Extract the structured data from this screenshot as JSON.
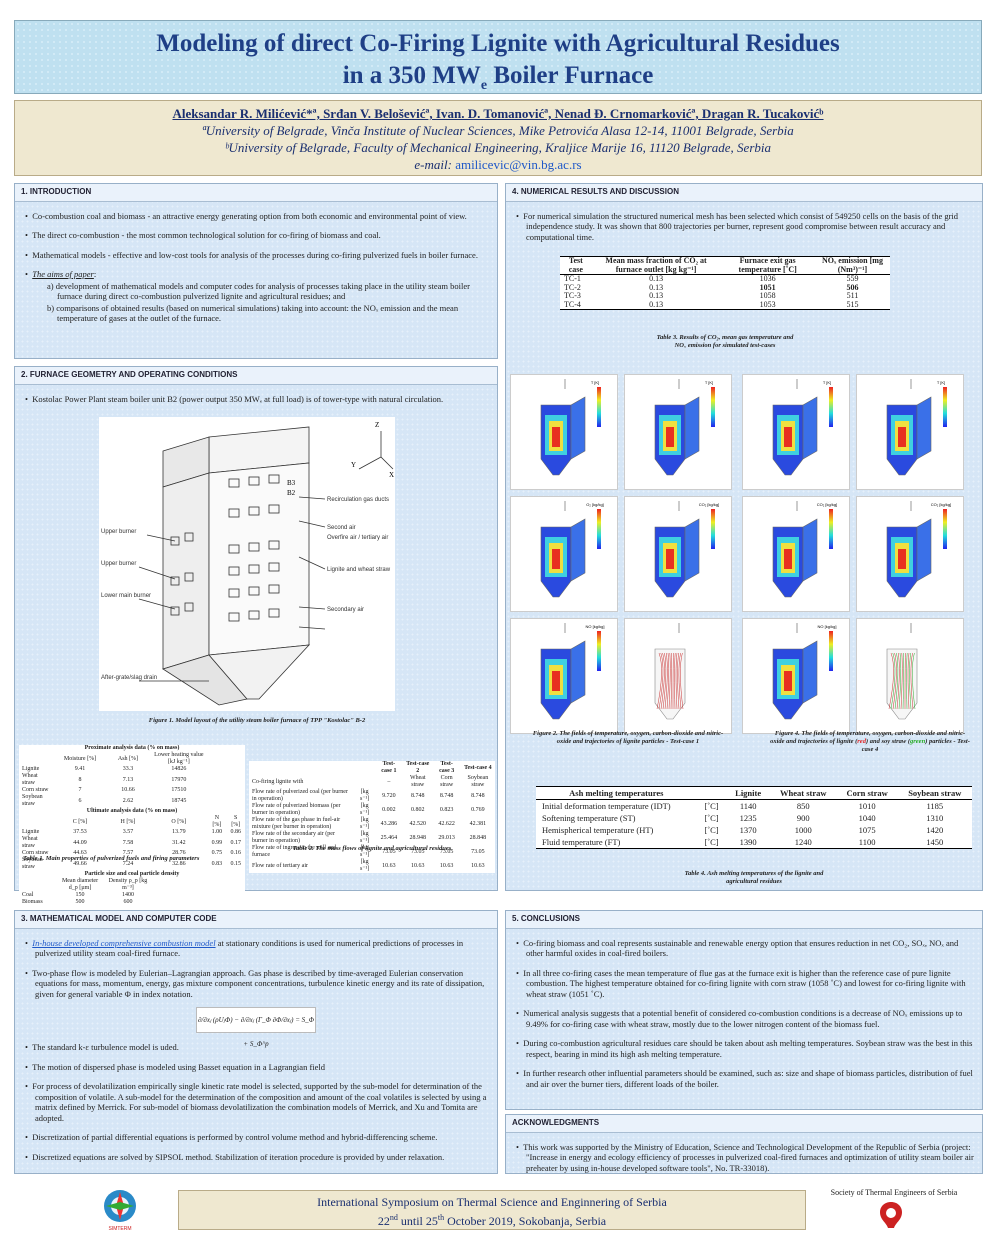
{
  "title": {
    "line1": "Modeling of direct Co-Firing Lignite with Agricultural Residues",
    "line2_pre": "in a 350 MW",
    "line2_sub": "e",
    "line2_post": " Boiler Furnace"
  },
  "authors": {
    "line": "Aleksandar R. Milićević*ª, Srđan V. Beloševićª, Ivan. D. Tomanovićª, Nenad Đ. Crnomarkovićª, Dragan R. Tucakovićᵇ",
    "aff1": "ªUniversity of Belgrade, Vinča Institute of Nuclear Sciences, Mike Petrovića Alasa 12-14, 11001 Belgrade, Serbia",
    "aff2": "ᵇUniversity of Belgrade, Faculty of Mechanical Engineering, Kraljice Marije 16, 11120 Belgrade, Serbia",
    "email_label": "e-mail: ",
    "email": "amilicevic@vin.bg.ac.rs"
  },
  "intro": {
    "heading": "1. INTRODUCTION",
    "b1": "Co-combustion coal and biomass - an attractive energy generating option from both economic and environmental point of view.",
    "b2": "The direct co-combustion - the most common technological solution for co-firing of biomass and coal.",
    "b3": "Mathematical models - effective and low-cost tools for analysis of the processes during co-firing pulverized fuels in boiler furnace.",
    "b4": "The aims of paper",
    "b4a": "a) development of mathematical models and computer codes for analysis of processes taking place in the utility steam boiler furnace during direct co-combustion pulverized lignite and agricultural residues; and",
    "b4b": "b) comparisons of obtained results (based on numerical simulations) taking into account: the NOₓ emission and the mean temperature of gases at the outlet of the furnace."
  },
  "geom": {
    "heading": "2. FURNACE GEOMETRY AND OPERATING CONDITIONS",
    "b1": "Kostolac Power Plant steam boiler unit B2 (power output 350 MWₑ at full load) is of tower-type with natural circulation.",
    "fig1": "Figure 1. Model layout of the utility steam boiler furnace of TPP \"Kostolac\" B-2",
    "labels": [
      "Recirculation gas ducts",
      "Second air",
      "Overfire air / tertiary air",
      "Lignite and wheat straw",
      "Secondary air",
      "Upper burner",
      "Upper burner",
      "Lower main burner",
      "After-grate/slag drain"
    ],
    "b3": "B3",
    "b2": "B2",
    "axes": {
      "x": "X",
      "y": "Y",
      "z": "Z"
    }
  },
  "t1": {
    "h_prox": "Proximate analysis data (% on mass)",
    "cols_prox": [
      "Moisture [%]",
      "Ash [%]",
      "Lower heating value [kJ kg⁻¹]"
    ],
    "rows_prox": [
      [
        "Lignite",
        "9.41",
        "33.3",
        "14826"
      ],
      [
        "Wheat straw",
        "8",
        "7.13",
        "17970"
      ],
      [
        "Corn straw",
        "7",
        "10.66",
        "17510"
      ],
      [
        "Soybean straw",
        "6",
        "2.62",
        "18745"
      ]
    ],
    "h_ult": "Ultimate analysis data (% on mass)",
    "cols_ult": [
      "C [%]",
      "H [%]",
      "O [%]",
      "N [%]",
      "S [%]"
    ],
    "rows_ult": [
      [
        "Lignite",
        "37.53",
        "3.57",
        "13.79",
        "1.00",
        "0.86"
      ],
      [
        "Wheat straw",
        "44.09",
        "7.58",
        "31.42",
        "0.99",
        "0.17"
      ],
      [
        "Corn straw",
        "44.63",
        "7.57",
        "28.76",
        "0.75",
        "0.16"
      ],
      [
        "Soybean straw",
        "49.66",
        "7.24",
        "32.86",
        "0.83",
        "0.15"
      ]
    ],
    "h_part": "Particle size and coal particle density",
    "cols_part": [
      "Mean diameter d_p [µm]",
      "Density ρ_p [kg m⁻³]"
    ],
    "rows_part": [
      [
        "Coal",
        "150",
        "1400"
      ],
      [
        "Biomass",
        "500",
        "600"
      ]
    ],
    "caption": "Table 1. Main properties of pulverized fuels and firing parameters"
  },
  "t2": {
    "cols": [
      "",
      "",
      "Test-case 1",
      "Test-case 2",
      "Test-case 3",
      "Test-case 4"
    ],
    "rows": [
      [
        "Co-firing lignite with",
        "",
        "–",
        "Wheat straw",
        "Corn straw",
        "Soybean straw"
      ],
      [
        "Flow rate of pulverized coal (per burner in operation)",
        "[kg s⁻¹]",
        "9.720",
        "8.748",
        "8.748",
        "8.748"
      ],
      [
        "Flow rate of pulverized biomass (per burner in operation)",
        "[kg s⁻¹]",
        "0.002",
        "0.802",
        "0.823",
        "0.769"
      ],
      [
        "Flow rate of the gas phase in fuel-air mixture (per burner in operation)",
        "[kg s⁻¹]",
        "43.286",
        "42.520",
        "42.622",
        "42.381"
      ],
      [
        "Flow rate of the secondary air (per burner in operation)",
        "[kg s⁻¹]",
        "25.464",
        "28.948",
        "29.013",
        "28.848"
      ],
      [
        "Flow rate of ingress in the mill and furnace",
        "[kg s⁻¹]",
        "73.05",
        "73.05",
        "73.05",
        "73.05"
      ],
      [
        "Flow rate of tertiary air",
        "[kg s⁻¹]",
        "10.63",
        "10.63",
        "10.63",
        "10.63"
      ]
    ],
    "caption": "Table 2. The mass flows of lignite and agricultural residues"
  },
  "math": {
    "heading": "3. MATHEMATICAL MODEL AND COMPUTER CODE",
    "b1_link": "In-house developed comprehensive combustion model",
    "b1": " at stationary conditions is used for numerical predictions of processes in pulverized utility steam coal-fired furnace.",
    "b2": "Two-phase flow is modeled by Eulerian–Lagrangian approach. Gas phase is described by time-averaged Eulerian conservation equations for mass, momentum, energy, gas mixture component concentrations, turbulence kinetic energy and its rate of dissipation, given for general variable Φ in index notation.",
    "eq": "∂/∂xⱼ (ρUⱼΦ) − ∂/∂xⱼ (Γ_Φ ∂Φ/∂xⱼ) = S_Φ + S_Φ^p",
    "b3": "The standard k-ε turbulence model is uded.",
    "b4": "The motion of dispersed phase is modeled using Basset equation in a Lagrangian field",
    "b5": "For process of devolatilization empirically single kinetic rate model is selected, supported by the sub-model for determination of the composition of volatile. A sub-model for the determination of the composition and amount of the coal volatiles is selected by using a matrix defined by Merrick. For sub-model of biomass devolatilization the combination models of Merrick, and Xu and Tomita are adopted.",
    "b6": "Discretization of partial differential equations is performed by control volume method and hybrid-differencing scheme.",
    "b7": "Discretized equations are solved by SIPSOL method. Stabilization of iteration procedure is provided by under relaxation."
  },
  "results": {
    "heading": "4. NUMERICAL RESULTS AND DISCUSSION",
    "b1": "For numerical simulation the structured numerical mesh has been selected which consist of 549250 cells on the basis of the grid independence study. It was shown that 800 trajectories per burner, represent good compromise between result accuracy and computational time."
  },
  "t3": {
    "cols": [
      "Test case",
      "Mean mass fraction of CO₂ at furnace outlet [kg kg⁻¹]",
      "Furnace exit gas temperature [˚C]",
      "NOₓ emission [mg (Nm³)⁻¹]"
    ],
    "rows": [
      [
        "TC-1",
        "0.13",
        "1036",
        "559"
      ],
      [
        "TC-2",
        "0.13",
        "1051",
        "506"
      ],
      [
        "TC-3",
        "0.13",
        "1058",
        "511"
      ],
      [
        "TC-4",
        "0.13",
        "1053",
        "515"
      ]
    ],
    "caption1": "Table 3. Results of CO₂, mean gas temperature and",
    "caption2": "NOₓ emission for simulated test-cases"
  },
  "fig2": "Figure 2. The fields of temperature, oxygen, carbon-dioxide and nitric-oxide and trajectories of lignite particles - Test-case 1",
  "fig4_pre": "Figure 4. The fields of temperature, oxygen, carbon-dioxide and nitric-oxide and trajectories of lignite (",
  "fig4_red": "red",
  "fig4_mid": ") and soy straw (",
  "fig4_green": "green",
  "fig4_post": ") particles - Test-case 4",
  "legend_titles": {
    "t": "T [K]",
    "o2": "O₂ [kg/kg]",
    "co2": "CO₂ [kg/kg]",
    "no": "NO [kg/kg]"
  },
  "t4": {
    "cols": [
      "Ash melting temperatures",
      "",
      "Lignite",
      "Wheat straw",
      "Corn straw",
      "Soybean straw"
    ],
    "rows": [
      [
        "Initial deformation temperature (IDT)",
        "[˚C]",
        "1140",
        "850",
        "1010",
        "1185"
      ],
      [
        "Softening temperature (ST)",
        "[˚C]",
        "1235",
        "900",
        "1040",
        "1310"
      ],
      [
        "Hemispherical temperature (HT)",
        "[˚C]",
        "1370",
        "1000",
        "1075",
        "1420"
      ],
      [
        "Fluid temperature (FT)",
        "[˚C]",
        "1390",
        "1240",
        "1100",
        "1450"
      ]
    ],
    "caption1": "Table 4. Ash melting temperatures of the lignite and",
    "caption2": "agricultural residues"
  },
  "conc": {
    "heading": "5. CONCLUSIONS",
    "b1": "Co-firing biomass and coal represents sustainable and renewable energy option that ensures reduction in net CO₂, SOₓ, NOₓ and other harmful oxides in coal-fired boilers.",
    "b2": "In all three co-firing cases the mean temperature of flue gas at the furnace exit is higher than the reference case of pure lignite combustion. The highest temperature obtained for co-firing lignite with corn straw (1058 ˚C) and lowest for co-firing lignite with wheat straw (1051 ˚C).",
    "b3": "Numerical analysis suggests that a potential benefit of considered co-combustion conditions is a decrease of NOₓ emissions up to 9.49% for co-firing case with wheat straw, mostly due to the lower nitrogen content of the biomass fuel.",
    "b4": "During co-combustion agricultural residues care should be taken about ash melting temperatures. Soybean straw was the best in this respect, bearing in mind its high ash melting temperature.",
    "b5": "In further research other influential parameters should be examined, such as: size and shape of biomass particles, distribution of fuel and air over the burner tiers, different loads of the boiler."
  },
  "ack": {
    "heading": "ACKNOWLEDGMENTS",
    "b1": "This work was supported by the Ministry of Education, Science and Technological Development of the Republic of Serbia (project: \"Increase in energy and ecology efficiency of processes in pulverized coal-fired furnaces and optimization of utility steam boiler air preheater by using in-house developed software tools\", No. TR-33018)."
  },
  "footer": {
    "line1": "International Symposium on Thermal Science and Enginnering of Serbia",
    "d1": "22",
    "sup1": "nd",
    "mid": " until 25",
    "sup2": "th",
    "d2": " October 2019, Sokobanja, Serbia"
  },
  "society": "Society of Thermal Engineers of Serbia",
  "logo_text": "SIMTERM",
  "colors": {
    "title": "#1f3f86",
    "panel": "#d6e6f6",
    "link": "#1f58c8",
    "red": "#d22",
    "green": "#2a2"
  }
}
